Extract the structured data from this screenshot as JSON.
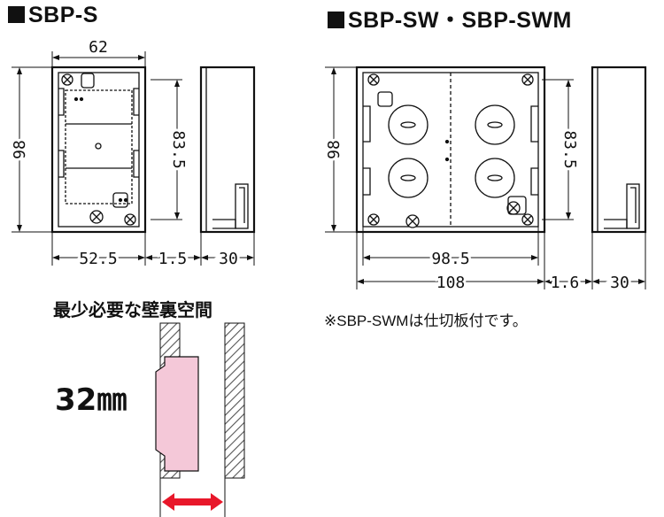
{
  "left": {
    "title": "SBP-S",
    "dims": {
      "width": "62",
      "height": "98",
      "inner_height": "83.5",
      "inner_width": "52.5",
      "flange": "1.5",
      "depth": "30"
    }
  },
  "right": {
    "title": "SBP-SW・SBP-SWM",
    "dims": {
      "width": "108",
      "height": "98",
      "inner_height": "83.5",
      "inner_width": "98.5",
      "flange": "1.6",
      "depth": "30"
    },
    "note": "※SBP-SWMは仕切板付です。"
  },
  "wall": {
    "title": "最少必要な壁裏空間",
    "value": "32㎜",
    "colors": {
      "box": "#f4c8d8",
      "arrow": "#e8172a",
      "hatch": "#555555"
    }
  }
}
